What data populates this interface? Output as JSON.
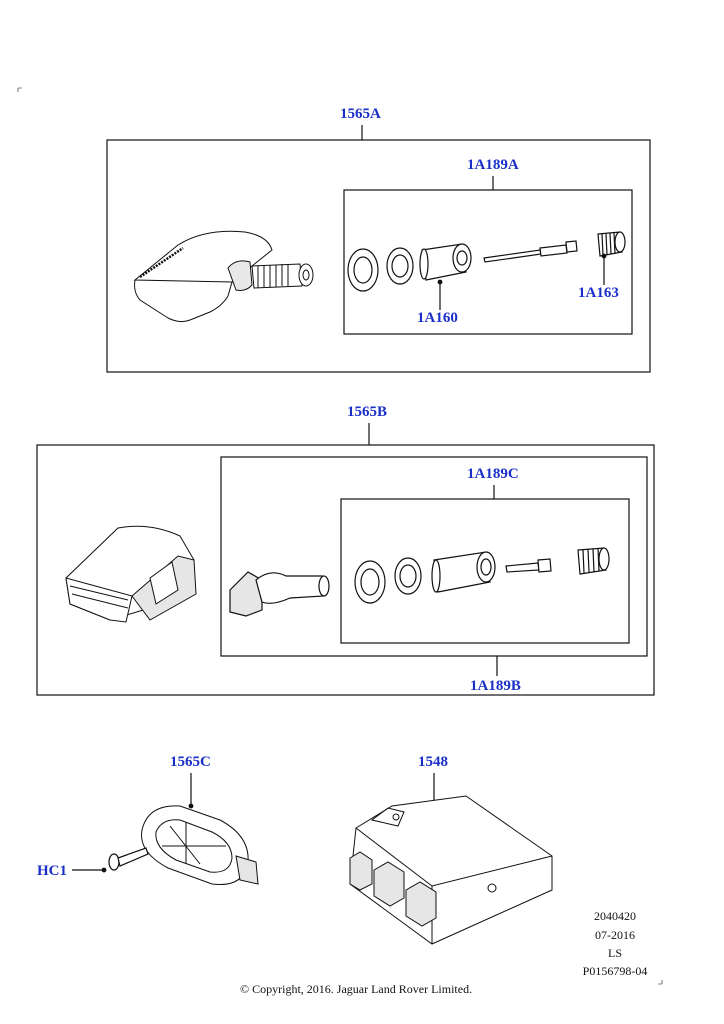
{
  "callouts": {
    "c1565A": "1565A",
    "c1A189A": "1A189A",
    "c1A160": "1A160",
    "c1A163": "1A163",
    "c1565B": "1565B",
    "c1A189C": "1A189C",
    "c1A189B": "1A189B",
    "c1565C": "1565C",
    "c1548": "1548",
    "cHC1": "HC1"
  },
  "meta": {
    "code": "2040420",
    "date": "07-2016",
    "initials": "LS",
    "illustration_id": "P0156798-04"
  },
  "copyright": "© Copyright, 2016. Jaguar Land Rover Limited.",
  "colors": {
    "callout": "#1a2fc8",
    "line": "#111111",
    "fill": "#ffffff",
    "shade": "#cfcfcf"
  }
}
